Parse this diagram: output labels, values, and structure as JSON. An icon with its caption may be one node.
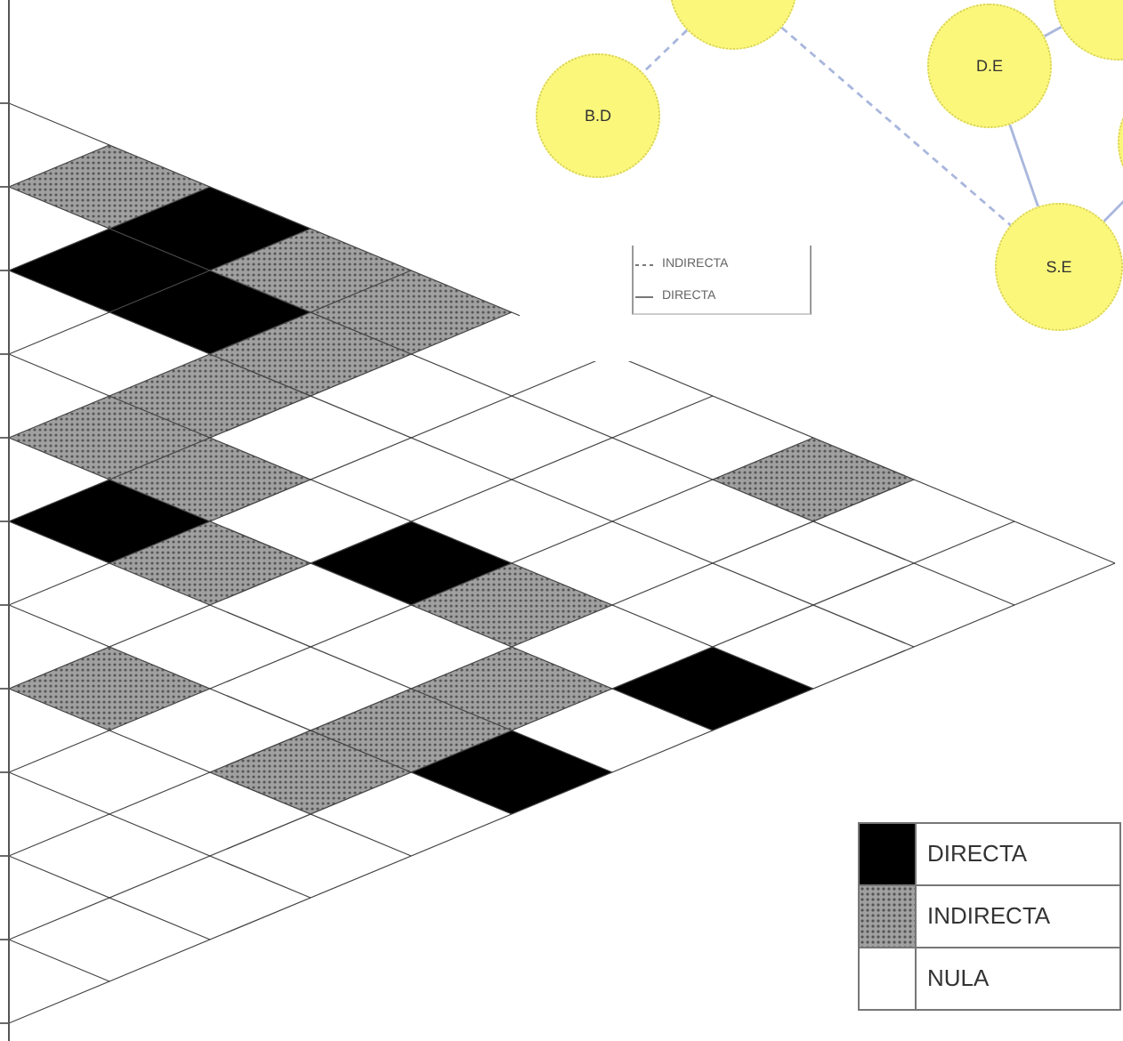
{
  "diagram": {
    "nodes": [
      {
        "text": [],
        "shape": "circle"
      },
      {
        "text": [],
        "shape": "circle"
      },
      {
        "text": [
          "D.E"
        ]
      },
      {
        "text": [
          "B.D"
        ]
      },
      {
        "text": [],
        "shape": "circle"
      },
      {
        "text": [
          "S.E"
        ]
      }
    ],
    "edges": [
      {
        "from": 0,
        "to": 3,
        "arrow": "none",
        "style": "dashed"
      },
      {
        "from": 0,
        "to": 5,
        "arrow": "none",
        "style": "dashed"
      },
      {
        "from": 2,
        "to": 1,
        "arrow": "none"
      },
      {
        "from": 2,
        "to": 5,
        "arrow": "none"
      },
      {
        "from": 5,
        "to": 4,
        "arrow": "none"
      }
    ],
    "legend": [
      {
        "text": "INDIRECTA"
      },
      {
        "text": "DIRECTA"
      },
      {
        "text": "DIRECTA",
        "color": "#000000"
      },
      {
        "text": "INDIRECTA",
        "color": "#a0a0a0"
      },
      {
        "text": "NULA",
        "color": "#ffffff"
      }
    ]
  }
}
